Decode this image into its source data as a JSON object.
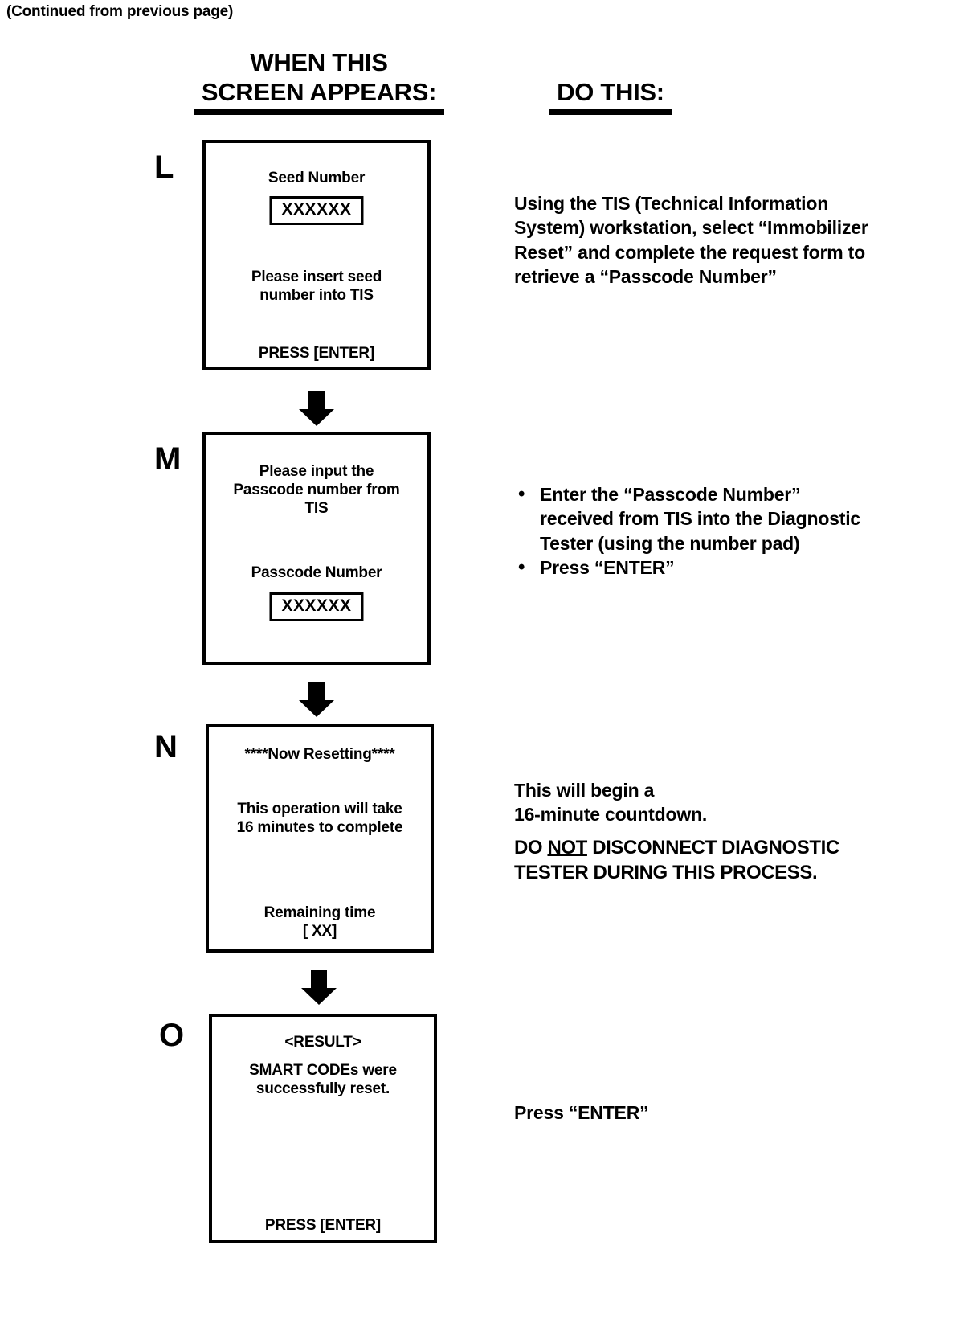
{
  "page": {
    "continued_note": "(Continued from previous page)",
    "column_headers": {
      "left_line1": "WHEN THIS",
      "left_line2": "SCREEN APPEARS:",
      "right": "DO THIS:"
    }
  },
  "steps": [
    {
      "letter": "L",
      "screen": {
        "title": "Seed Number",
        "value": "XXXXXX",
        "message_line1": "Please insert seed",
        "message_line2": "number into TIS",
        "footer": "PRESS [ENTER]"
      },
      "instruction": {
        "type": "paragraph",
        "text": "Using the TIS (Technical Information System) workstation, select “Immobilizer Reset” and complete the request form to retrieve a “Passcode Number”"
      }
    },
    {
      "letter": "M",
      "screen": {
        "message_line1": "Please input the",
        "message_line2": "Passcode number from",
        "message_line3": "TIS",
        "title": "Passcode Number",
        "value": "XXXXXX"
      },
      "instruction": {
        "type": "bullets",
        "items": [
          "Enter the “Passcode Number” received from TIS into the Diagnostic Tester (using the number pad)",
          "Press “ENTER”"
        ]
      }
    },
    {
      "letter": "N",
      "screen": {
        "title": "****Now Resetting****",
        "message_line1": "This operation will take",
        "message_line2": "16 minutes to complete",
        "footer_line1": "Remaining time",
        "footer_line2": "[ XX]"
      },
      "instruction": {
        "type": "paragraph_with_warning",
        "text_line1": "This will begin a",
        "text_line2": "16-minute countdown.",
        "warning_pre": "DO ",
        "warning_emph": "NOT",
        "warning_post": " DISCONNECT DIAGNOSTIC TESTER DURING THIS PROCESS."
      }
    },
    {
      "letter": "O",
      "screen": {
        "title": "<RESULT>",
        "message_line1": "SMART CODEs were",
        "message_line2": "successfully reset.",
        "footer": "PRESS [ENTER]"
      },
      "instruction": {
        "type": "paragraph",
        "text": "Press “ENTER”"
      }
    }
  ]
}
